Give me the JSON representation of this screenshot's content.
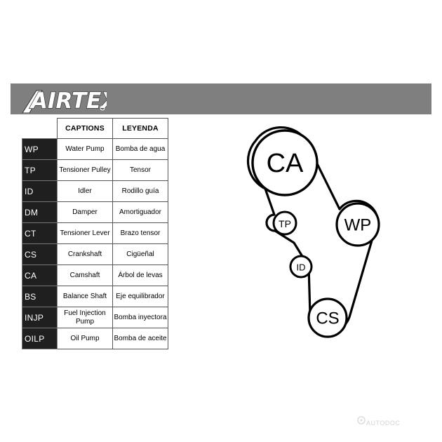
{
  "brand": {
    "name": "AIRTEX"
  },
  "legend": {
    "headers": {
      "captions": "CAPTIONS",
      "leyenda": "LEYENDA"
    },
    "rows": [
      {
        "code": "WP",
        "caption": "Water Pump",
        "leyenda": "Bomba de agua"
      },
      {
        "code": "TP",
        "caption": "Tensioner Pulley",
        "leyenda": "Tensor"
      },
      {
        "code": "ID",
        "caption": "Idler",
        "leyenda": "Rodillo guía"
      },
      {
        "code": "DM",
        "caption": "Damper",
        "leyenda": "Amortiguador"
      },
      {
        "code": "CT",
        "caption": "Tensioner Lever",
        "leyenda": "Brazo tensor"
      },
      {
        "code": "CS",
        "caption": "Crankshaft",
        "leyenda": "Cigüeñal"
      },
      {
        "code": "CA",
        "caption": "Camshaft",
        "leyenda": "Árbol de levas"
      },
      {
        "code": "BS",
        "caption": "Balance Shaft",
        "leyenda": "Eje equilibrador"
      },
      {
        "code": "INJP",
        "caption": "Fuel Injection Pump",
        "leyenda": "Bomba inyectora"
      },
      {
        "code": "OILP",
        "caption": "Oil Pump",
        "leyenda": "Bomba de aceite"
      }
    ]
  },
  "diagram": {
    "pulleys": [
      {
        "label": "CA"
      },
      {
        "label": "TP"
      },
      {
        "label": "WP"
      },
      {
        "label": "ID"
      },
      {
        "label": "CS"
      }
    ]
  },
  "watermark": {
    "text": "AUTODOC"
  }
}
